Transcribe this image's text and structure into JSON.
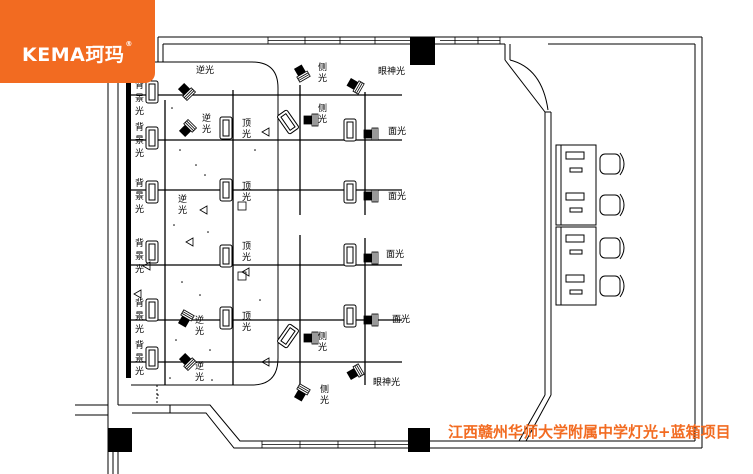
{
  "logo": {
    "brand_latin": "KEMA",
    "brand_cn": "珂玛",
    "mark": "®"
  },
  "labels": {
    "back_light": "逆光",
    "background_light": "背景光",
    "top_light": "顶光",
    "side_light": "侧光",
    "eye_light": "眼神光",
    "face_light": "面光"
  },
  "caption": "江西赣州华师大学附属中学灯光+蓝箱项目",
  "colors": {
    "brand": "#f26b21",
    "caption": "#f26b21",
    "line": "#000000",
    "background": "#ffffff"
  }
}
